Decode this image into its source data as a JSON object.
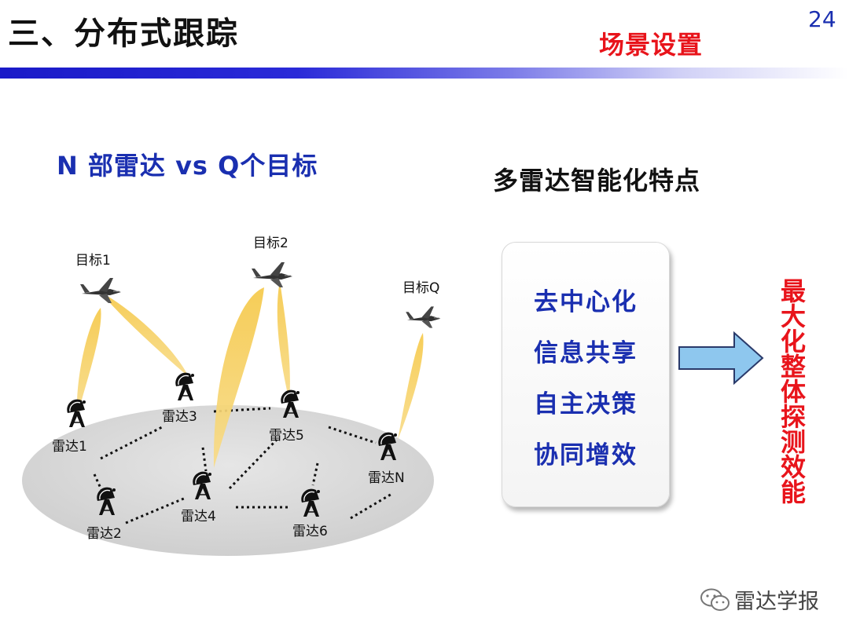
{
  "header": {
    "title": "三、分布式跟踪",
    "page_number": "24",
    "section_tag": "场景设置"
  },
  "scenario": {
    "heading": "N 部雷达 vs Q个目标",
    "targets": [
      "目标1",
      "目标2",
      "目标Q"
    ],
    "radars": [
      "雷达1",
      "雷达2",
      "雷达3",
      "雷达4",
      "雷达5",
      "雷达6",
      "雷达N"
    ]
  },
  "features": {
    "heading": "多雷达智能化特点",
    "items": [
      "去中心化",
      "信息共享",
      "自主决策",
      "协同增效"
    ]
  },
  "result": "最大化整体探测效能",
  "watermark": "雷达学报",
  "colors": {
    "accent_blue": "#1a2fb0",
    "accent_red": "#e8141b",
    "beam_yellow": "#f6c94a",
    "arrow_blue": "#8ec7ee"
  }
}
